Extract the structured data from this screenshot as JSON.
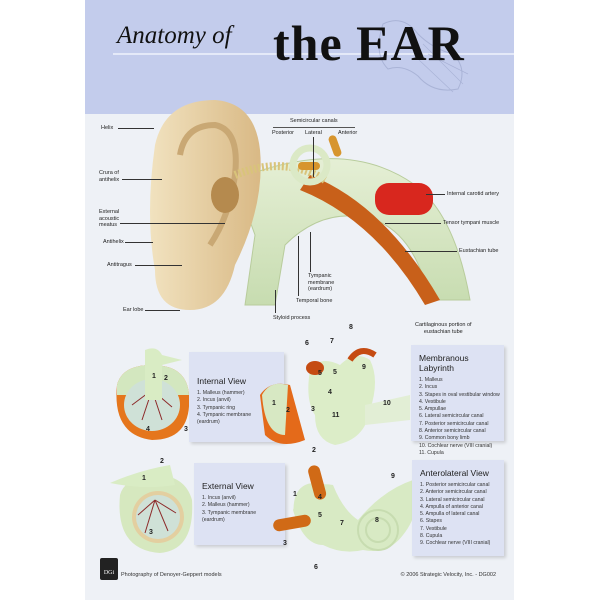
{
  "header": {
    "title_prefix": "Anatomy of",
    "title_main": "the EAR"
  },
  "main_diagram": {
    "left_labels": [
      {
        "text": "Helix"
      },
      {
        "text": "Crura of\nantihelix"
      },
      {
        "text": "External\nacoustic\nmeatus"
      },
      {
        "text": "Antihelix"
      },
      {
        "text": "Antitragus"
      },
      {
        "text": "Ear lobe"
      }
    ],
    "semicircular": {
      "group_label": "Semicircular canals",
      "posterior": "Posterior",
      "lateral": "Lateral",
      "anterior": "Anterior"
    },
    "right_labels": [
      {
        "text": "Internal carotid artery"
      },
      {
        "text": "Tensor tympani muscle"
      },
      {
        "text": "Eustachian tube"
      }
    ],
    "bottom_labels": {
      "tympanic": "Tympanic\nmembrane\n(eardrum)",
      "temporal": "Temporal bone",
      "styloid": "Styloid process",
      "cartilaginous": "Cartilaginous portion of\neustachian tube"
    }
  },
  "internal_view": {
    "title": "Internal View",
    "items": [
      "1. Malleus (hammer)",
      "2. Incus (anvil)",
      "3. Tympanic ring",
      "4. Tympanic membrane",
      "    (eardrum)"
    ],
    "markers": [
      "1",
      "2",
      "3",
      "4"
    ]
  },
  "membranous_labyrinth": {
    "title": "Membranous Labyrinth",
    "items": [
      "1. Malleus",
      "2. Incus",
      "3. Stapes in oval vestibular window",
      "4. Vestibule",
      "5. Ampullae",
      "6. Lateral semicircular canal",
      "7. Posterior semicircular canal",
      "8. Anterior semicircular canal",
      "9. Common bony limb",
      "10. Cochlear nerve (VIII cranial)",
      "11. Cupula"
    ],
    "markers": [
      "1",
      "2",
      "3",
      "4",
      "5",
      "5",
      "6",
      "7",
      "8",
      "9",
      "10",
      "11"
    ]
  },
  "external_view": {
    "title": "External View",
    "items": [
      "1. Incus (anvil)",
      "2. Malleus (hammer)",
      "3. Tympanic membrane",
      "    (eardrum)"
    ],
    "markers": [
      "1",
      "2",
      "3"
    ]
  },
  "anterolateral_view": {
    "title": "Anterolateral View",
    "items": [
      "1. Posterior semicircular canal",
      "2. Anterior semicircular canal",
      "3. Lateral semicircular canal",
      "4. Ampulla of anterior canal",
      "5. Ampulla of lateral canal",
      "6. Stapes",
      "7. Vestibule",
      "8. Cupula",
      "9. Cochlear nerve (VIII cranial)"
    ],
    "markers": [
      "1",
      "2",
      "3",
      "4",
      "5",
      "6",
      "7",
      "8",
      "9"
    ]
  },
  "footer": {
    "logo": "DGi",
    "credit": "Photography of Denoyer-Geppert models",
    "copyright": "© 2006 Strategic Velocity, Inc. - DG002"
  },
  "colors": {
    "header_bg": "#c3ccec",
    "poster_bg": "#eef1f6",
    "panel_bg": "#dde2f3",
    "skin": "#e8d3a8",
    "bone_green": "#d6e6c2",
    "artery_red": "#d8271e",
    "tube_orange": "#c8601a"
  }
}
